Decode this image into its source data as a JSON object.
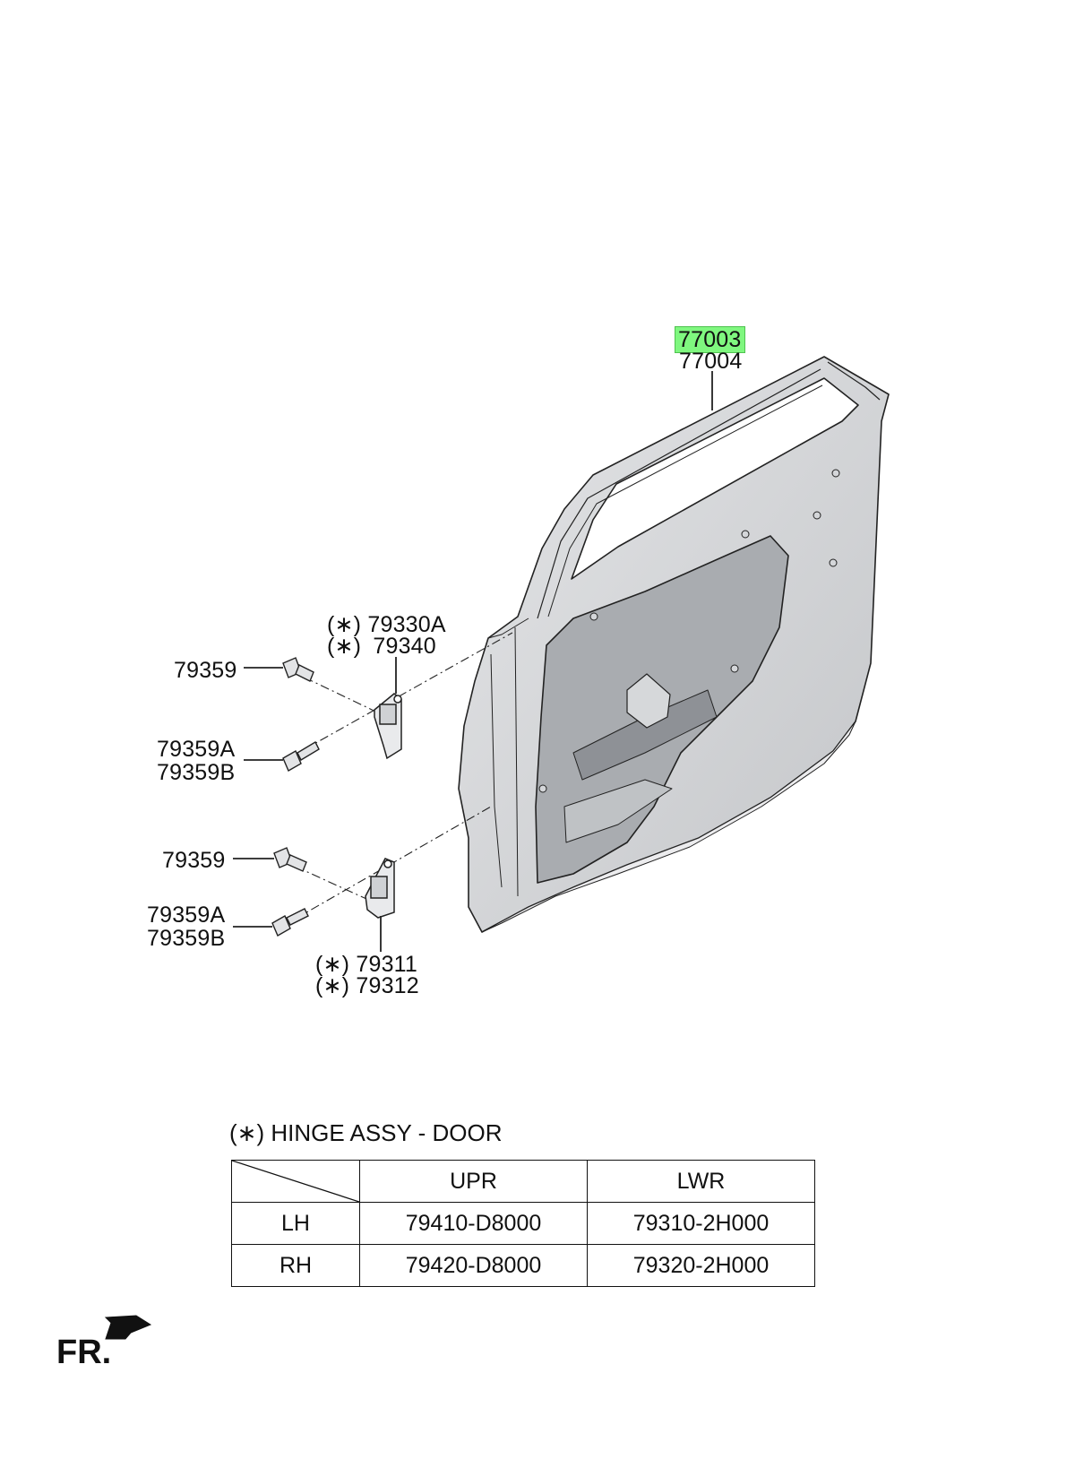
{
  "callouts": {
    "door_panel_a": "77003",
    "door_panel_b": "77004",
    "upper_hinge_a": "79330A",
    "upper_hinge_b": "79340",
    "upper_bolt": "79359",
    "upper_bolt_alt_a": "79359A",
    "upper_bolt_alt_b": "79359B",
    "lower_bolt": "79359",
    "lower_bolt_alt_a": "79359A",
    "lower_bolt_alt_b": "79359B",
    "lower_hinge_a": "79311",
    "lower_hinge_b": "79312",
    "asterisk_mark": "(∗)"
  },
  "hinge_table": {
    "title": "HINGE ASSY - DOOR",
    "headers": [
      "UPR",
      "LWR"
    ],
    "rows": [
      {
        "side": "LH",
        "upr": "79410-D8000",
        "lwr": "79310-2H000"
      },
      {
        "side": "RH",
        "upr": "79420-D8000",
        "lwr": "79320-2H000"
      }
    ]
  },
  "direction": {
    "label": "FR.",
    "icon": "front-arrow-icon"
  },
  "colors": {
    "highlight": "#7ff77f",
    "door_fill": "#d4d6d9",
    "door_inner": "#a7aaae"
  }
}
